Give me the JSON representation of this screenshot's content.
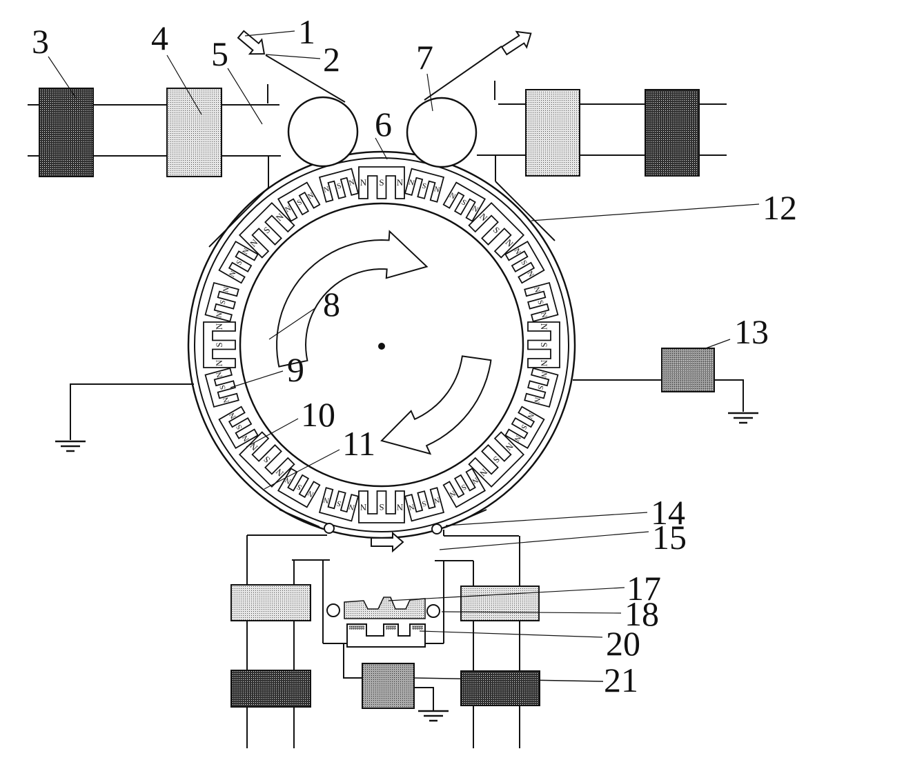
{
  "figure": {
    "type": "patent-machine-diagram",
    "labels": {
      "n1": "1",
      "n2": "2",
      "n3": "3",
      "n4": "4",
      "n5": "5",
      "n6": "6",
      "n7": "7",
      "n8": "8",
      "n9": "9",
      "n10": "10",
      "n11": "11",
      "n12": "12",
      "n13": "13",
      "n14": "14",
      "n15": "15",
      "n17": "17",
      "n18": "18",
      "n20": "20",
      "n21": "21"
    },
    "wheel": {
      "magnet_count": 24,
      "large_interval_deg": 45,
      "pole_letters": [
        "N",
        "S",
        "N"
      ],
      "rotation_direction": "clockwise"
    },
    "colors": {
      "ink": "#111111",
      "box_dark_base": "#303030",
      "box_light_base": "#e6e6e6",
      "box_medium_base": "#8f8f8f",
      "box_medium2_base": "#ababab",
      "speck_light": "#f5f5f5",
      "speck_dark": "#2a2a2a"
    }
  }
}
